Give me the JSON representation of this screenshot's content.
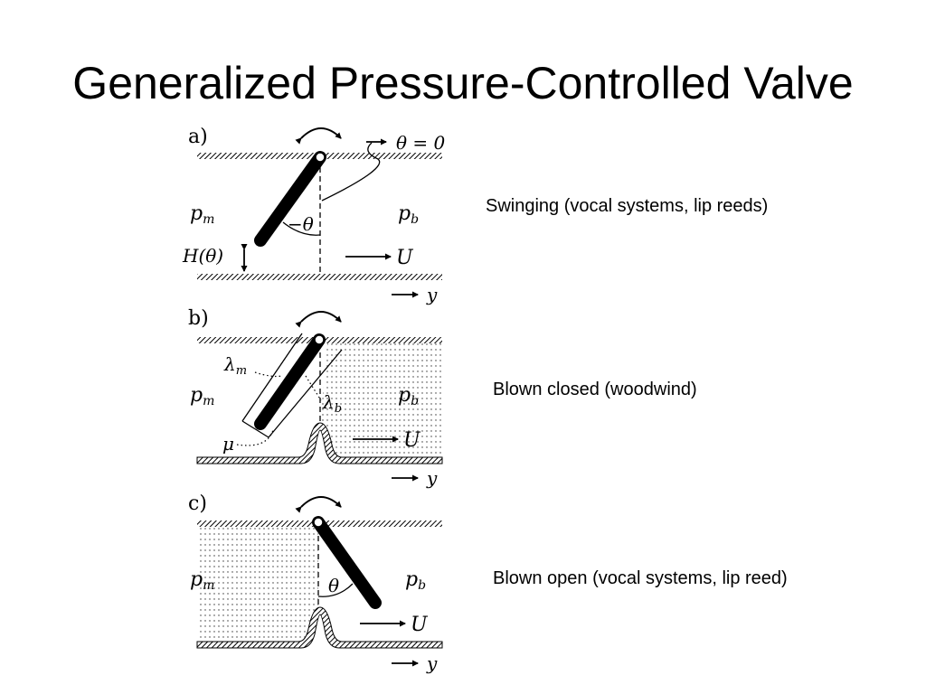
{
  "title": "Generalized Pressure-Controlled Valve",
  "captions": {
    "a": "Swinging (vocal systems, lip reeds)",
    "b": "Blown closed (woodwind)",
    "c": "Blown open (vocal systems, lip reed)"
  },
  "panels": {
    "a": {
      "label": "a)",
      "theta_zero": "θ = 0",
      "p_m": "p",
      "p_m_sub": "m",
      "p_b": "p",
      "p_b_sub": "b",
      "neg_theta": "−θ",
      "H_theta": "H(θ)",
      "U": "U",
      "y": "y"
    },
    "b": {
      "label": "b)",
      "lambda_m": "λ",
      "lambda_m_sub": "m",
      "lambda_b": "λ",
      "lambda_b_sub": "b",
      "mu": "μ",
      "p_m": "p",
      "p_m_sub": "m",
      "p_b": "p",
      "p_b_sub": "b",
      "U": "U",
      "y": "y"
    },
    "c": {
      "label": "c)",
      "p_m": "p",
      "p_m_sub": "m",
      "p_b": "p",
      "p_b_sub": "b",
      "theta": "θ",
      "U": "U",
      "y": "y"
    }
  },
  "colors": {
    "ink": "#000000",
    "background": "#ffffff"
  }
}
